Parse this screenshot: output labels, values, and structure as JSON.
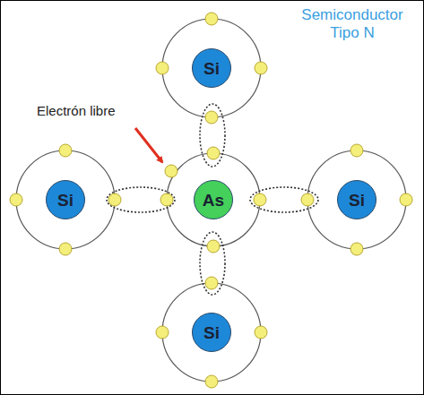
{
  "diagram": {
    "title": "Semiconductor Tipo N",
    "nodes": [
      {
        "text": [
          "Si"
        ]
      },
      {
        "text": [
          "Si"
        ]
      },
      {
        "text": [
          "As"
        ]
      },
      {
        "text": [
          "Si"
        ]
      },
      {
        "text": [
          "Si"
        ]
      }
    ],
    "labels": [
      "Electrón libre"
    ]
  }
}
